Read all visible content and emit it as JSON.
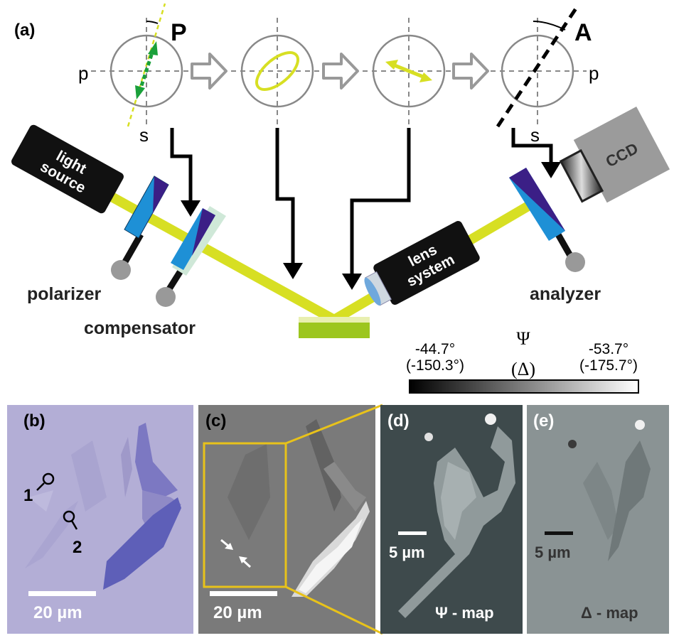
{
  "panel_a": {
    "label": "(a)",
    "polarizer_symbol": "P",
    "analyzer_symbol": "A",
    "p_axis_label": "p",
    "s_axis_label": "s",
    "light_source_line1": "light",
    "light_source_line2": "source",
    "lens_line1": "lens",
    "lens_line2": "system",
    "ccd_label": "CCD",
    "polarizer_label": "polarizer",
    "compensator_label": "compensator",
    "analyzer_label": "analyzer"
  },
  "colorbar": {
    "psi_symbol": "Ψ",
    "delta_symbol": "(Δ)",
    "min_value": "-44.7°",
    "min_value_delta": "(-150.3°)",
    "max_value": "-53.7°",
    "max_value_delta": "(-175.7°)"
  },
  "panel_b": {
    "label": "(b)",
    "marker1": "1",
    "marker2": "2",
    "scale": "20 µm"
  },
  "panel_c": {
    "label": "(c)",
    "scale": "20 µm"
  },
  "panel_d": {
    "label": "(d)",
    "scale": "5 µm",
    "map": "Ψ - map"
  },
  "panel_e": {
    "label": "(e)",
    "scale": "5 µm",
    "map": "Δ - map"
  },
  "colors": {
    "beam": "#d7df23",
    "polarizer_blue": "#1e90d6",
    "polarizer_purple": "#3b1f86",
    "sample_green": "#9cc61e",
    "device_black": "#111111",
    "ccd_gray": "#9b9b9b",
    "highlight_yellow": "#e8c21a",
    "panel_b_bg": "#b3aed6",
    "flake_blue": "#5e5fb8"
  }
}
